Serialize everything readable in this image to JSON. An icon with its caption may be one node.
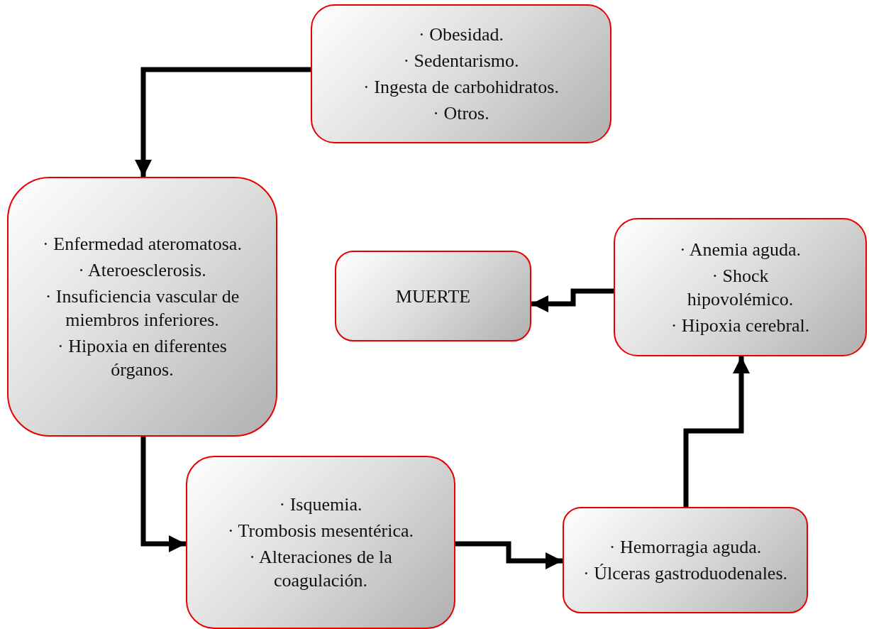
{
  "diagram": {
    "nodes": [
      {
        "text": [
          "· Obesidad.",
          "· Sedentarismo.",
          "· Ingesta de carbohidratos.",
          "· Otros."
        ]
      },
      {
        "text": [
          "· Enfermedad ateromatosa.",
          "· Ateroesclerosis.",
          "· Insuficiencia vascular de miembros inferiores.",
          "· Hipoxia en diferentes órganos."
        ]
      },
      {
        "text": [
          "MUERTE"
        ]
      },
      {
        "text": [
          "· Anemia aguda.",
          "· Shock hipovolémico.",
          "· Hipoxia cerebral."
        ]
      },
      {
        "text": [
          "· Isquemia.",
          "· Trombosis mesentérica.",
          "· Alteraciones de la coagulación."
        ]
      },
      {
        "text": [
          "· Hemorragia aguda.",
          "· Úlceras gastroduodenales."
        ]
      }
    ],
    "edges": [
      {
        "from": 0,
        "to": 1,
        "arrow": "to"
      },
      {
        "from": 1,
        "to": 4,
        "arrow": "to"
      },
      {
        "from": 4,
        "to": 5,
        "arrow": "to"
      },
      {
        "from": 5,
        "to": 3,
        "arrow": "to"
      },
      {
        "from": 3,
        "to": 2,
        "arrow": "to"
      }
    ]
  }
}
